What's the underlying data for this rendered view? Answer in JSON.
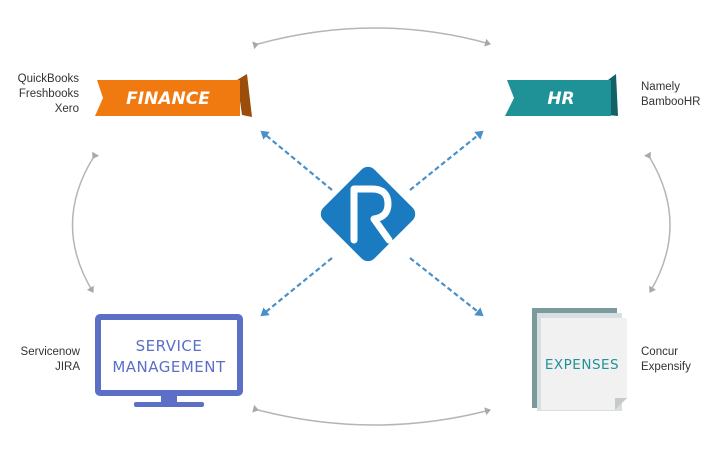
{
  "center": {
    "letter": "R",
    "color": "#1B7BC1"
  },
  "nodes": {
    "finance": {
      "label": "FINANCE",
      "color": "#F07A10",
      "tools": [
        "QuickBooks",
        "Freshbooks",
        "Xero"
      ]
    },
    "hr": {
      "label": "HR",
      "color": "#1F9297",
      "tools": [
        "Namely",
        "BambooHR"
      ]
    },
    "service": {
      "label_line1": "SERVICE",
      "label_line2": "MANAGEMENT",
      "color": "#5B6FC7",
      "tools": [
        "Servicenow",
        "JIRA"
      ]
    },
    "expenses": {
      "label": "EXPENSES",
      "color": "#1F9297",
      "tools": [
        "Concur",
        "Expensify"
      ]
    }
  },
  "colors": {
    "dashed_arrow": "#4A90C8",
    "curved_arrow": "#B5B5B5",
    "text": "#333333"
  }
}
